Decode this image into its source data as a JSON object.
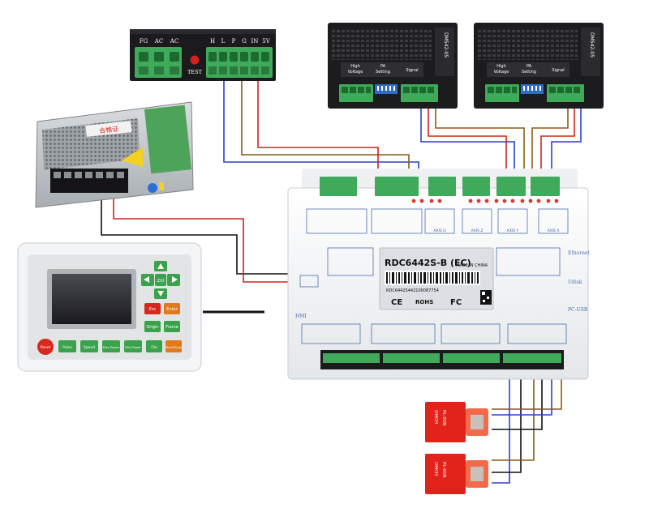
{
  "laser_psu": {
    "terminal_labels": [
      "FG",
      "AC",
      "AC",
      "H",
      "L",
      "P",
      "G",
      "IN",
      "5V"
    ],
    "test_label": "TEST"
  },
  "drivers": [
    {
      "model": "DM542-05",
      "sections": {
        "high_voltage": "High\nVoltage",
        "pa_setting": "PA\nSetting",
        "signal": "Signal"
      }
    },
    {
      "model": "DM542-05",
      "sections": {
        "high_voltage": "High\nVoltage",
        "pa_setting": "PA\nSetting",
        "signal": "Signal"
      }
    }
  ],
  "switching_psu": {
    "cert_text": "合格证"
  },
  "controller": {
    "model": "RDC6442S-B (EC)",
    "made_in": "MADE IN CHINA",
    "serial": "RDC6442S442100087754",
    "certs": [
      "CE",
      "ROHS",
      "FC"
    ],
    "side_labels": {
      "ethernet": "Ethernet",
      "udisk": "Udisk",
      "pcusb": "PC-USB",
      "hmi": "HMI"
    },
    "axis_labels": [
      "AXIS U",
      "AXIS Z",
      "AXIS Y",
      "AXIS X"
    ]
  },
  "panel": {
    "buttons": {
      "reset": "Reset",
      "pulse": "Pulse",
      "speed": "Speed",
      "max_power": "Max-Power",
      "min_power": "Min-Power",
      "file": "File",
      "start_pause": "Start/Pause",
      "esc": "Esc",
      "enter": "Enter",
      "origin": "Origin",
      "frame": "Frame",
      "zu": "Z/U"
    }
  },
  "sensors": [
    {
      "brand": "OMCH",
      "model": "PL-05N"
    },
    {
      "brand": "OMCH",
      "model": "PL-05N"
    }
  ],
  "colors": {
    "wire_blue": "#2a3fd1",
    "wire_red": "#d42020",
    "wire_brown": "#8a5a16",
    "wire_black": "#111111",
    "terminal_green": "#3eaa5a",
    "panel_red": "#d8281e",
    "panel_green": "#3aa24a",
    "panel_orange": "#e07a1c"
  }
}
